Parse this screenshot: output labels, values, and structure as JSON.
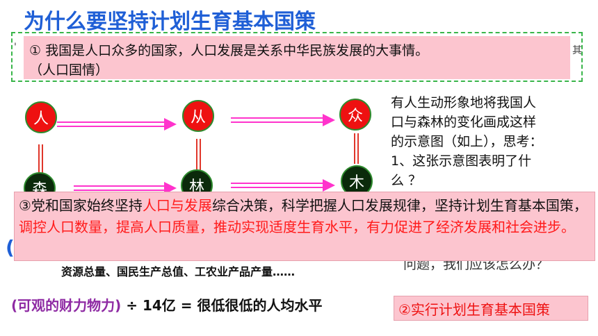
{
  "title": "为什么要坚持计划生育基本国策",
  "reason1": {
    "line1": "① 我国是人口众多的国家，人口发展是关系中华民族发展的大事情。",
    "line2": "（人口国情）",
    "peek_right": "其"
  },
  "diagram": {
    "top_nodes": [
      "人",
      "从",
      "众"
    ],
    "bottom_nodes": [
      "森",
      "林",
      "木"
    ]
  },
  "side_text": {
    "lines": [
      "有人生动形象地将我国人",
      "口与森林的变化画成这样",
      "的示意图（如上），思考：",
      "1、这张示意图表明了什",
      "么 ？"
    ]
  },
  "reason3": {
    "part1": "③党和国家始终坚持",
    "hl1": "人口与发展",
    "part2": "综合决策，科学把握人口发展规律，坚持计划生育基本国策，",
    "hl2": "调控人口数量，提高人口质量，推动实现适度生育水平，有力促进了经济发展和社会进步。"
  },
  "paren_mark": "(",
  "hidden_question": "问题，我们应该怎么办？",
  "resources": "资源总量、国民生产总值、工农业产品产量……",
  "bottom_line": {
    "purple": "(可观的财力物力)",
    "black": " ÷ 14亿 = 很低很低的人均水平"
  },
  "reason2": "②实行计划生育基本国策",
  "colors": {
    "title_blue": "#1f5fd6",
    "pink_box": "#fcc5cf",
    "highlight_red": "#ff1a1a",
    "arrow_magenta": "#ff33cc",
    "circle_red": "#ee1111",
    "circle_dark": "#0b2a0b",
    "dash_green": "#39b54a"
  }
}
